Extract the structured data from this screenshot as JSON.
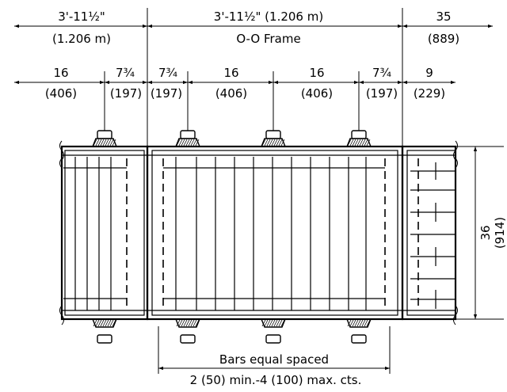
{
  "dimensions": {
    "top_left": {
      "main": "3'-11½\"",
      "metric": "(1.206 m)"
    },
    "top_center": {
      "main": "3'-11½\" (1.206 m)",
      "note": "O-O Frame"
    },
    "top_right": {
      "main": "35",
      "metric": "(889)"
    },
    "row2": [
      {
        "main": "16",
        "metric": "(406)"
      },
      {
        "main": "7¾",
        "metric": "(197)"
      },
      {
        "main": "7¾",
        "metric": "(197)"
      },
      {
        "main": "16",
        "metric": "(406)"
      },
      {
        "main": "16",
        "metric": "(406)"
      },
      {
        "main": "7¾",
        "metric": "(197)"
      },
      {
        "main": "9",
        "metric": "(229)"
      }
    ],
    "right_height": {
      "main": "36",
      "metric": "(914)"
    }
  },
  "notes": {
    "bars_label": "Bars equal spaced",
    "spacing_label": "2 (50) min.-4 (100) max. cts."
  }
}
